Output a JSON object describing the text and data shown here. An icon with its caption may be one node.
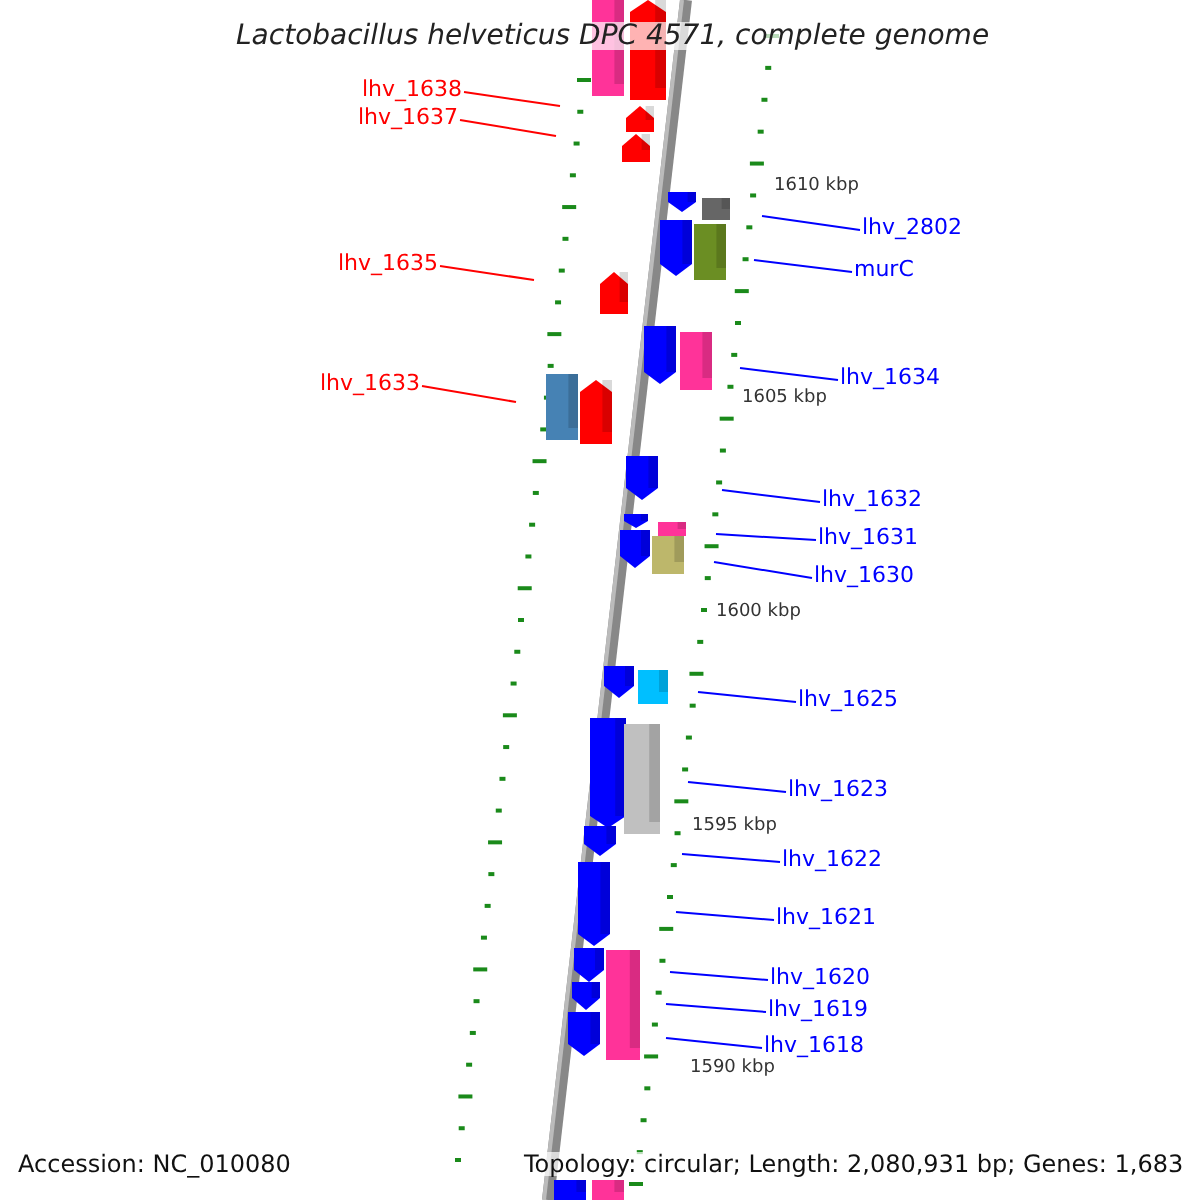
{
  "diagram": {
    "title": "Lactobacillus helveticus DPC 4571, complete genome",
    "nodes": [
      {
        "text": [
          "lhv_1638"
        ]
      },
      {
        "text": [
          "lhv_1637"
        ]
      },
      {
        "text": [
          "lhv_2802"
        ]
      },
      {
        "text": [
          "murC"
        ]
      },
      {
        "text": [
          "lhv_1635"
        ]
      },
      {
        "text": [
          "lhv_1634"
        ]
      },
      {
        "text": [
          "lhv_1633"
        ]
      },
      {
        "text": [
          "lhv_1632"
        ]
      },
      {
        "text": [
          "lhv_1631"
        ]
      },
      {
        "text": [
          "lhv_1630"
        ]
      },
      {
        "text": [
          "lhv_1625"
        ]
      },
      {
        "text": [
          "lhv_1623"
        ]
      },
      {
        "text": [
          "lhv_1622"
        ]
      },
      {
        "text": [
          "lhv_1621"
        ]
      },
      {
        "text": [
          "lhv_1620"
        ]
      },
      {
        "text": [
          "lhv_1619"
        ]
      },
      {
        "text": [
          "lhv_1618"
        ]
      }
    ],
    "edges": [
      {
        "from": 0,
        "to": null,
        "arrow": "none",
        "color": "#ff0000"
      },
      {
        "from": 1,
        "to": null,
        "arrow": "none",
        "color": "#ff0000"
      },
      {
        "from": 2,
        "to": null,
        "arrow": "none"
      },
      {
        "from": 3,
        "to": null,
        "arrow": "none"
      },
      {
        "from": 4,
        "to": null,
        "arrow": "none",
        "color": "#ff0000"
      },
      {
        "from": 5,
        "to": null,
        "arrow": "none"
      },
      {
        "from": 6,
        "to": null,
        "arrow": "none",
        "color": "#ff0000"
      },
      {
        "from": 7,
        "to": null,
        "arrow": "none"
      },
      {
        "from": 8,
        "to": null,
        "arrow": "none"
      },
      {
        "from": 9,
        "to": null,
        "arrow": "none"
      },
      {
        "from": 10,
        "to": null,
        "arrow": "none"
      },
      {
        "from": 11,
        "to": null,
        "arrow": "none"
      },
      {
        "from": 12,
        "to": null,
        "arrow": "none"
      },
      {
        "from": 13,
        "to": null,
        "arrow": "none"
      },
      {
        "from": 14,
        "to": null,
        "arrow": "none"
      },
      {
        "from": 15,
        "to": null,
        "arrow": "none"
      },
      {
        "from": 16,
        "to": null,
        "arrow": "none"
      }
    ],
    "labels": [
      "1610 kbp",
      "1605 kbp",
      "1600 kbp",
      "1595 kbp",
      "1590 kbp",
      "Accession: NC_010080",
      "Topology: circular; Length: 2,080,931 bp; Genes: 1,683"
    ]
  }
}
